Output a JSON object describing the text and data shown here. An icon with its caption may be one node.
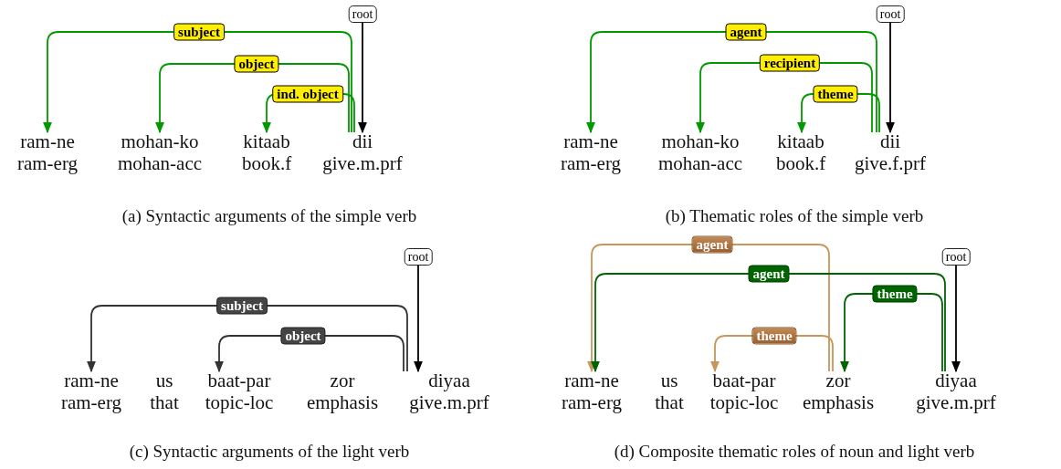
{
  "diagram": {
    "nodes": [
      {
        "text": [
          "ram-ne",
          "ram-erg"
        ]
      },
      {
        "text": [
          "mohan-ko",
          "mohan-acc"
        ]
      },
      {
        "text": [
          "kitaab",
          "book.f"
        ]
      },
      {
        "text": [
          "dii",
          "give.m.prf"
        ]
      },
      {
        "text": [
          "root"
        ]
      },
      {
        "text": [
          "ram-ne",
          "ram-erg"
        ]
      },
      {
        "text": [
          "mohan-ko",
          "mohan-acc"
        ]
      },
      {
        "text": [
          "kitaab",
          "book.f"
        ]
      },
      {
        "text": [
          "dii",
          "give.f.prf"
        ]
      },
      {
        "text": [
          "root"
        ]
      },
      {
        "text": [
          "ram-ne",
          "ram-erg"
        ]
      },
      {
        "text": [
          "us",
          "that"
        ]
      },
      {
        "text": [
          "baat-par",
          "topic-loc"
        ]
      },
      {
        "text": [
          "zor",
          "emphasis"
        ]
      },
      {
        "text": [
          "diyaa",
          "give.m.prf"
        ]
      },
      {
        "text": [
          "root"
        ]
      },
      {
        "text": [
          "ram-ne",
          "ram-erg"
        ]
      },
      {
        "text": [
          "us",
          "that"
        ]
      },
      {
        "text": [
          "baat-par",
          "topic-loc"
        ]
      },
      {
        "text": [
          "zor",
          "emphasis"
        ]
      },
      {
        "text": [
          "diyaa",
          "give.m.prf"
        ]
      },
      {
        "text": [
          "root"
        ]
      }
    ],
    "edges": [
      {
        "from": 3,
        "to": 0,
        "arrow": "to",
        "label": "subject"
      },
      {
        "from": 3,
        "to": 1,
        "arrow": "to",
        "label": "object"
      },
      {
        "from": 3,
        "to": 2,
        "arrow": "to",
        "label": "ind. object"
      },
      {
        "from": 4,
        "to": 3,
        "arrow": "to",
        "color": "#000000"
      },
      {
        "from": 8,
        "to": 5,
        "arrow": "to",
        "label": "agent"
      },
      {
        "from": 8,
        "to": 6,
        "arrow": "to",
        "label": "recipient"
      },
      {
        "from": 8,
        "to": 7,
        "arrow": "to",
        "label": "theme"
      },
      {
        "from": 9,
        "to": 8,
        "arrow": "to",
        "color": "#000000"
      },
      {
        "from": 14,
        "to": 10,
        "arrow": "to",
        "label": "subject",
        "color": "#333333"
      },
      {
        "from": 14,
        "to": 12,
        "arrow": "to",
        "label": "object",
        "color": "#333333"
      },
      {
        "from": 15,
        "to": 14,
        "arrow": "to",
        "color": "#000000"
      },
      {
        "from": 19,
        "to": 16,
        "arrow": "to",
        "label": "agent",
        "color": "#c8965a"
      },
      {
        "from": 20,
        "to": 16,
        "arrow": "to",
        "label": "agent",
        "color": "#006400"
      },
      {
        "from": 19,
        "to": 18,
        "arrow": "to",
        "label": "theme",
        "color": "#c8965a"
      },
      {
        "from": 20,
        "to": 19,
        "arrow": "to",
        "label": "theme",
        "color": "#006400"
      },
      {
        "from": 21,
        "to": 20,
        "arrow": "to",
        "color": "#000000"
      }
    ],
    "labels": [
      "(a) Syntactic arguments of the simple verb",
      "(b) Thematic roles of the simple verb",
      "(c) Syntactic arguments of the light verb",
      "(d) Composite thematic roles of noun and light verb"
    ]
  }
}
